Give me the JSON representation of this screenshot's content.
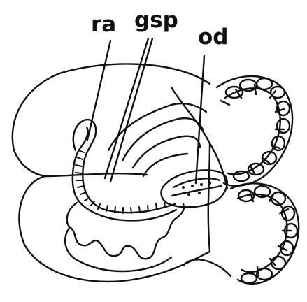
{
  "labels": {
    "ra": "ra",
    "gsp": "gsp",
    "od": "od"
  },
  "colors": {
    "ink": "#111111",
    "paper": "#ffffff"
  }
}
